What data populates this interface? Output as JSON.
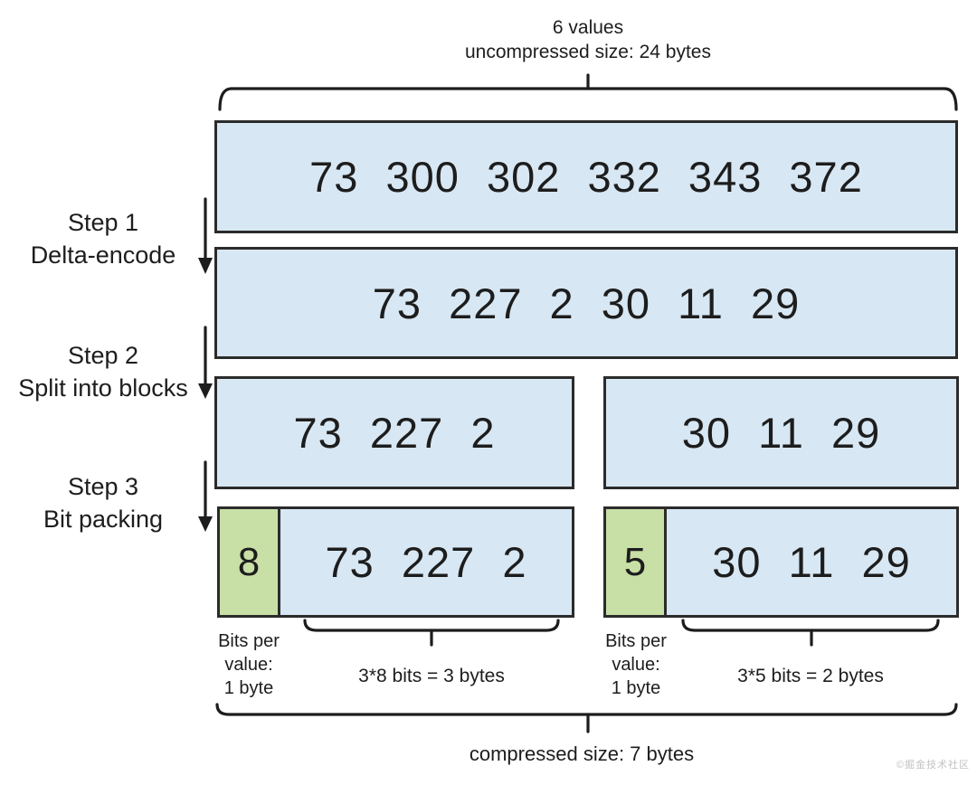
{
  "title_annotation": {
    "line1": "6 values",
    "line2": "uncompressed size: 24 bytes"
  },
  "steps": [
    {
      "title": "Step 1",
      "subtitle": "Delta-encode"
    },
    {
      "title": "Step 2",
      "subtitle": "Split into blocks"
    },
    {
      "title": "Step 3",
      "subtitle": "Bit packing"
    }
  ],
  "boxes": {
    "original_values": "73 300 302 332 343 372",
    "delta_values": "73 227 2 30 11 29",
    "block1_values": "73 227 2",
    "block2_values": "30 11 29",
    "packed1_bits": "8",
    "packed1_values": "73 227 2",
    "packed2_bits": "5",
    "packed2_values": "30 11 29"
  },
  "footnotes": {
    "bits_lines_left": [
      "Bits per",
      "value:",
      "1 byte"
    ],
    "bits_lines_right": [
      "Bits per",
      "value:",
      "1 byte"
    ],
    "bytes_left": "3*8 bits = 3 bytes",
    "bytes_right": "3*5 bits = 2 bytes",
    "compressed": "compressed size: 7 bytes"
  },
  "watermark": "©掘金技术社区",
  "colors": {
    "box_fill_blue": "#d7e7f3",
    "box_fill_green": "#c8dfa5",
    "box_border": "#2b2b2b",
    "text": "#1d1d1d",
    "watermark_gray": "#c2c2c2"
  }
}
